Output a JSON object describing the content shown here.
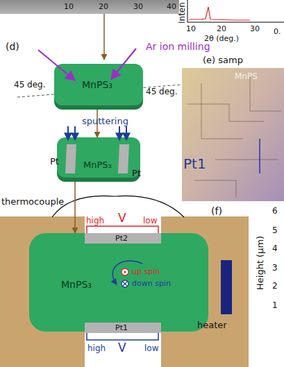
{
  "diagram": {
    "nodes": [
      {
        "text": [
          "MnPS₃"
        ]
      },
      {
        "text": [
          "MnPS₃"
        ]
      },
      {
        "text": [
          "MnPS₃"
        ]
      },
      {
        "text": [
          "Pt2"
        ],
        "in": 2
      },
      {
        "text": [
          "Pt1"
        ],
        "in": 2
      },
      {
        "text": [
          "heater"
        ]
      }
    ],
    "edges": [
      {
        "from": 0,
        "to": 1,
        "arrow": "to"
      },
      {
        "from": 1,
        "to": 2,
        "arrow": "to"
      }
    ],
    "labels": [
      "10",
      "20",
      "30",
      "40",
      "Inten",
      "10",
      "20",
      "30",
      "2θ (deg.)",
      "0.",
      "(d)",
      "Ar ion milling",
      "45 deg.",
      "45 deg.",
      "sputtering",
      "Pt",
      "Pt",
      "(e) samp",
      "MnPS",
      "Pt1",
      "(f)",
      "Height (μm)",
      "6",
      "5",
      "4",
      "3",
      "2",
      "1",
      "thermocouple",
      "high",
      "V",
      "low",
      "high",
      "V",
      "low",
      "up spin",
      "down spin"
    ]
  }
}
